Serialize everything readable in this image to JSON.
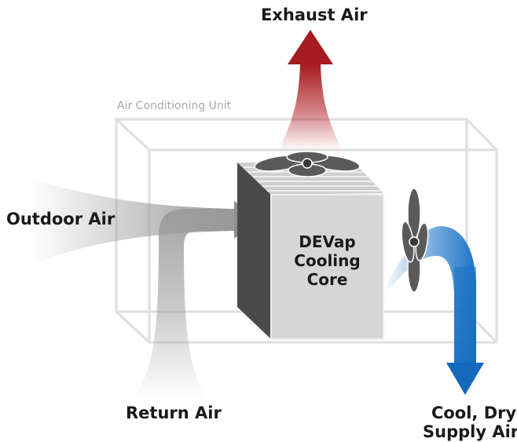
{
  "labels": {
    "exhaust_air": "Exhaust Air",
    "unit": "Air Conditioning Unit",
    "outdoor_air": "Outdoor Air",
    "return_air": "Return Air",
    "supply_line1": "Cool, Dry",
    "supply_line2": "Supply Air",
    "core_line1": "DEVap",
    "core_line2": "Cooling",
    "core_line3": "Core"
  },
  "colors": {
    "exhaust": "#b01e23",
    "supply": "#1b73c6",
    "airflow_gray": "#9a9a9a",
    "unit_outline": "#dedede",
    "core_front": "#d6d6d6",
    "core_side": "#4a4a4a",
    "fan": "#5a5a5a"
  },
  "icons": [
    "top-fan-icon",
    "side-fan-icon",
    "exhaust-arrow-icon",
    "supply-arrow-icon",
    "intake-arrow-icon"
  ]
}
